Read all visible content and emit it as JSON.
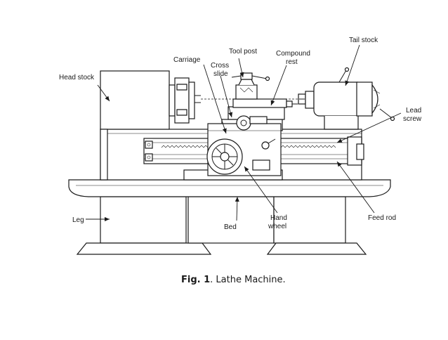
{
  "labels": {
    "head_stock": "Head stock",
    "carriage": "Carriage",
    "tool_post": "Tool post",
    "cross_slide_1": "Cross",
    "cross_slide_2": "slide",
    "compound_rest_1": "Compound",
    "compound_rest_2": "rest",
    "tail_stock": "Tail stock",
    "lead_screw_1": "Lead",
    "lead_screw_2": "screw",
    "leg": "Leg",
    "bed": "Bed",
    "hand_wheel_1": "Hand",
    "hand_wheel_2": "wheel",
    "feed_rod": "Feed rod"
  },
  "caption": {
    "prefix": "Fig. 1",
    "text": ". Lathe Machine."
  }
}
